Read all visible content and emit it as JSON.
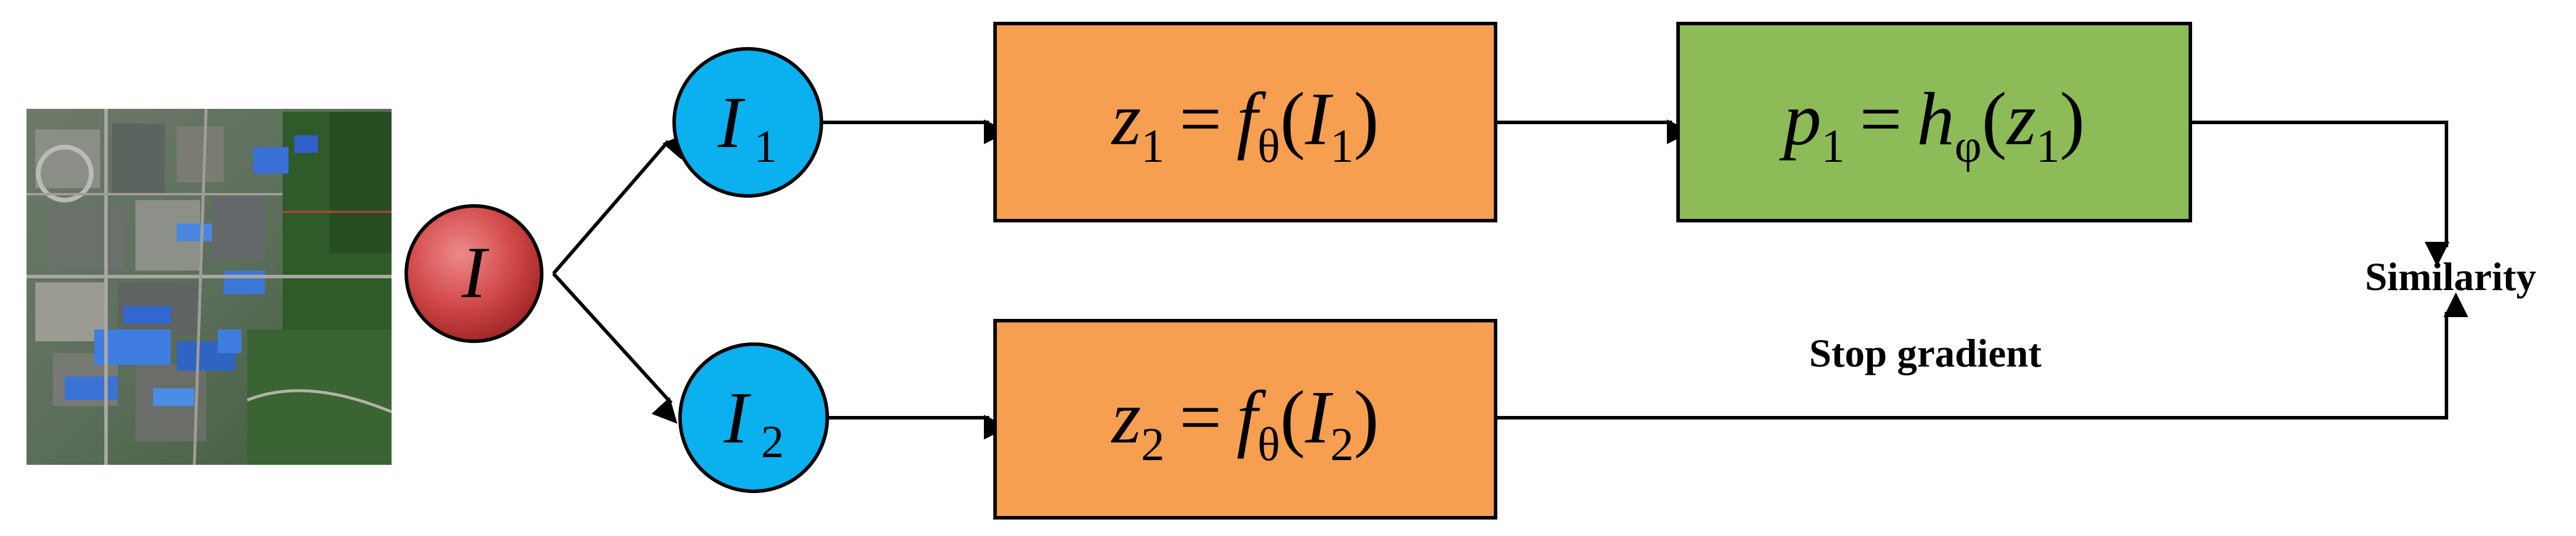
{
  "diagram": {
    "input_node": {
      "label": "I"
    },
    "view_1": {
      "label": "I",
      "sub": "1"
    },
    "view_2": {
      "label": "I",
      "sub": "2"
    },
    "encoder_1": {
      "lhs": "z",
      "lhs_sub": "1",
      "eq": "=",
      "func": "f",
      "func_sub": "θ",
      "open": "(",
      "arg": "I",
      "arg_sub": "1",
      "close": ")",
      "color": "#F79F51"
    },
    "encoder_2": {
      "lhs": "z",
      "lhs_sub": "2",
      "eq": "=",
      "func": "f",
      "func_sub": "θ",
      "open": "(",
      "arg": "I",
      "arg_sub": "2",
      "close": ")",
      "color": "#F79F51"
    },
    "predictor": {
      "lhs": "p",
      "lhs_sub": "1",
      "eq": "=",
      "func": "h",
      "func_sub": "φ",
      "open": "(",
      "arg": "z",
      "arg_sub": "1",
      "close": ")",
      "color": "#8DBB58"
    },
    "similarity_label": "Similarity",
    "stop_gradient_label": "Stop gradient",
    "colors": {
      "input_node": "#C83A3A",
      "view_nodes": "#0BB0EE",
      "stroke": "#000000"
    }
  }
}
